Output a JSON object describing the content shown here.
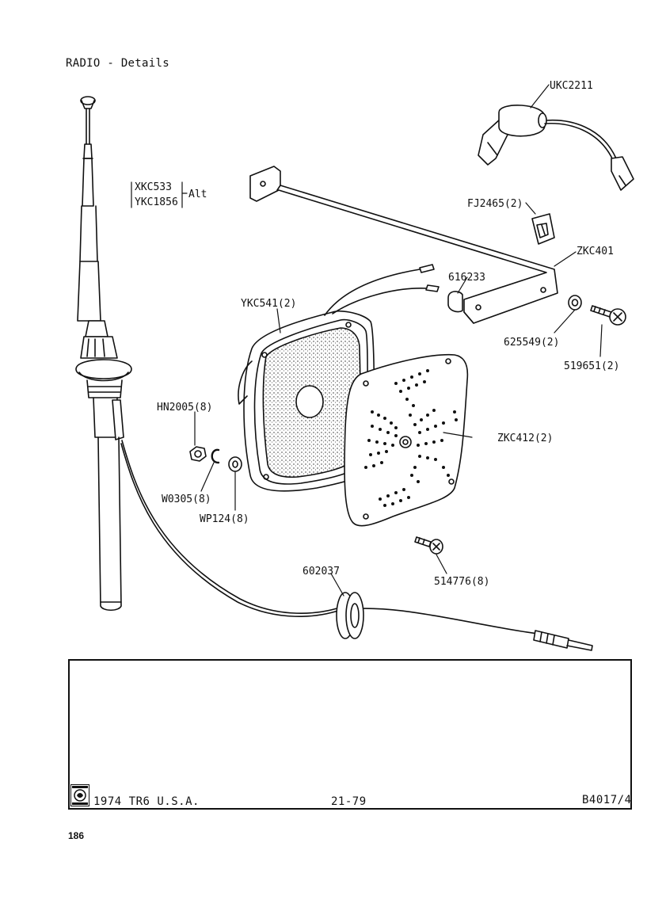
{
  "page": {
    "title": "RADIO - Details",
    "page_number": "186"
  },
  "labels": {
    "ukc2211": "UKC2211",
    "xkc533": "XKC533",
    "ykc1856": "YKC1856",
    "alt": "Alt",
    "fj2465": "FJ2465(2)",
    "zkc401": "ZKC401",
    "p616233": "616233",
    "ykc541": "YKC541(2)",
    "p625549": "625549(2)",
    "p519651": "519651(2)",
    "hn2005": "HN2005(8)",
    "zkc412": "ZKC412(2)",
    "w0305": "W0305(8)",
    "wp124": "WP124(8)",
    "p514776": "514776(8)",
    "p602037": "602037"
  },
  "footer": {
    "model": "1974 TR6 U.S.A.",
    "ref": "21-79",
    "code": "B4017/4"
  }
}
